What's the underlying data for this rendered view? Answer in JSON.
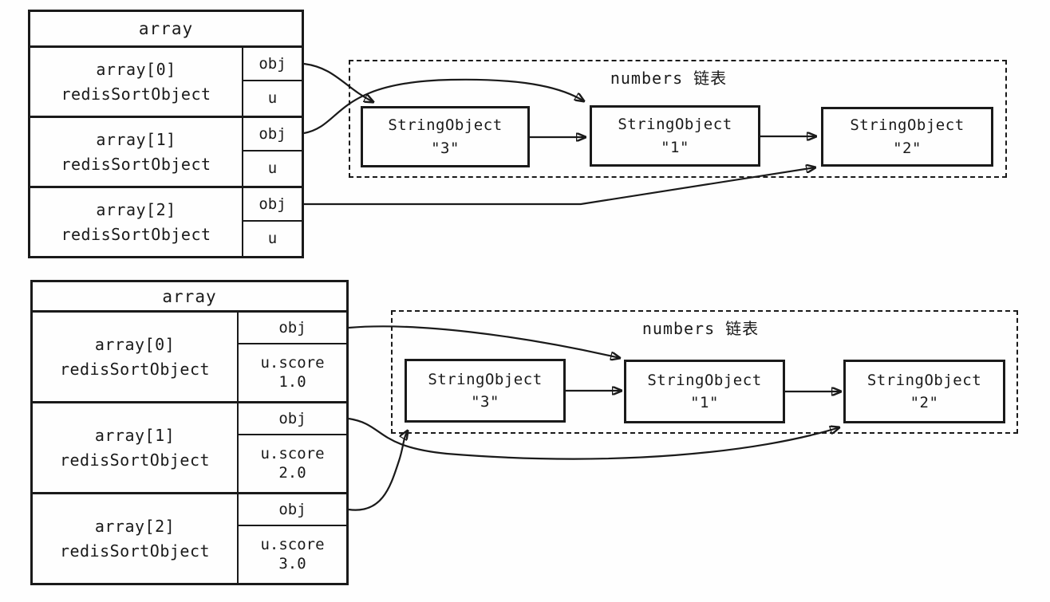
{
  "colors": {
    "ink": "#1a1a1a",
    "paper": "#fefefe"
  },
  "diagrams": [
    {
      "name": "before-sort",
      "array_table": {
        "title": "array",
        "rows": [
          {
            "index": "array[0]",
            "type": "redisSortObject",
            "obj": "obj",
            "u": "u"
          },
          {
            "index": "array[1]",
            "type": "redisSortObject",
            "obj": "obj",
            "u": "u"
          },
          {
            "index": "array[2]",
            "type": "redisSortObject",
            "obj": "obj",
            "u": "u"
          }
        ]
      },
      "linked_list": {
        "label": "numbers 链表",
        "nodes": [
          {
            "class": "StringObject",
            "value": "\"3\""
          },
          {
            "class": "StringObject",
            "value": "\"1\""
          },
          {
            "class": "StringObject",
            "value": "\"2\""
          }
        ]
      },
      "pointers": [
        {
          "from": "array[0].obj",
          "to": "StringObject \"3\""
        },
        {
          "from": "array[1].obj",
          "to": "StringObject \"1\""
        },
        {
          "from": "array[2].obj",
          "to": "StringObject \"2\""
        },
        {
          "from": "StringObject \"3\"",
          "to": "StringObject \"1\""
        },
        {
          "from": "StringObject \"1\"",
          "to": "StringObject \"2\""
        }
      ]
    },
    {
      "name": "after-sort",
      "array_table": {
        "title": "array",
        "rows": [
          {
            "index": "array[0]",
            "type": "redisSortObject",
            "obj": "obj",
            "u": "u.score",
            "u_value": "1.0"
          },
          {
            "index": "array[1]",
            "type": "redisSortObject",
            "obj": "obj",
            "u": "u.score",
            "u_value": "2.0"
          },
          {
            "index": "array[2]",
            "type": "redisSortObject",
            "obj": "obj",
            "u": "u.score",
            "u_value": "3.0"
          }
        ]
      },
      "linked_list": {
        "label": "numbers 链表",
        "nodes": [
          {
            "class": "StringObject",
            "value": "\"3\""
          },
          {
            "class": "StringObject",
            "value": "\"1\""
          },
          {
            "class": "StringObject",
            "value": "\"2\""
          }
        ]
      },
      "pointers": [
        {
          "from": "array[0].obj",
          "to": "StringObject \"1\""
        },
        {
          "from": "array[1].obj",
          "to": "StringObject \"2\""
        },
        {
          "from": "array[2].obj",
          "to": "StringObject \"3\""
        },
        {
          "from": "StringObject \"3\"",
          "to": "StringObject \"1\""
        },
        {
          "from": "StringObject \"1\"",
          "to": "StringObject \"2\""
        }
      ]
    }
  ]
}
